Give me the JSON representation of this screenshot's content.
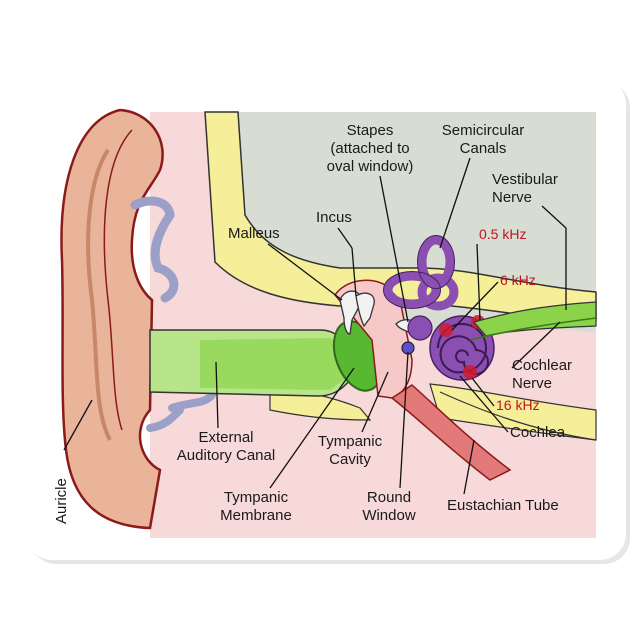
{
  "colors": {
    "pad": "#ffffff",
    "background_gray": "#d8ddd4",
    "skin": "#e9b49a",
    "skin_dark": "#c98769",
    "outline": "#8b1a1a",
    "bone_yellow": "#f5ef9a",
    "pink_tissue": "#f7c8c8",
    "canal_green": "#8bd44a",
    "membrane_green": "#58b832",
    "labyrinth_purple": "#8a4fb0",
    "cartilage_blue": "#9aa0c8",
    "nerve_green": "#8bd44a",
    "hot_red": "#d11a2a",
    "eustachian_red": "#e27a7a",
    "label_red": "#c0141c"
  },
  "labels": {
    "stapes": [
      "Stapes",
      "(attached to",
      "oval window)"
    ],
    "semicircular": [
      "Semicircular",
      "Canals"
    ],
    "vestibular": [
      "Vestibular",
      "Nerve"
    ],
    "incus": "Incus",
    "malleus": "Malleus",
    "khz_05": "0.5 kHz",
    "khz_6": "6 kHz",
    "cochlear_nerve": [
      "Cochlear",
      "Nerve"
    ],
    "khz_16": "16 kHz",
    "cochlea": "Cochlea",
    "external_canal": [
      "External",
      "Auditory Canal"
    ],
    "tympanic_cavity": [
      "Tympanic",
      "Cavity"
    ],
    "auricle": "Auricle",
    "tympanic_membrane": [
      "Tympanic",
      "Membrane"
    ],
    "round_window": [
      "Round",
      "Window"
    ],
    "eustachian": "Eustachian Tube"
  }
}
